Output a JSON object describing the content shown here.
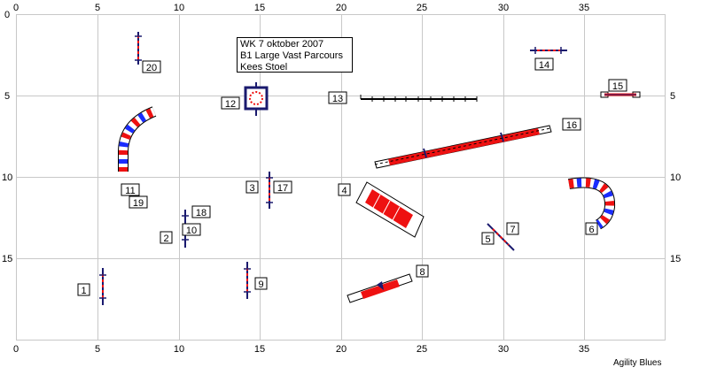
{
  "course": {
    "title": "WK 7 oktober 2007",
    "class": "B1 Large Vast Parcours",
    "judge": "Kees Stoel"
  },
  "brand": "Agility Blues",
  "axis": {
    "x_ticks": [
      "0",
      "5",
      "10",
      "15",
      "20",
      "25",
      "30",
      "35"
    ],
    "y_ticks": [
      "0",
      "5",
      "10",
      "15"
    ]
  },
  "numbers": [
    "1",
    "2",
    "3",
    "4",
    "5",
    "6",
    "7",
    "8",
    "9",
    "10",
    "11",
    "12",
    "13",
    "14",
    "15",
    "16",
    "17",
    "18",
    "19",
    "20"
  ],
  "colors": {
    "grid": "#c8c8c8",
    "red": "#ee1111",
    "blue": "#1a2cff",
    "navy": "#1a1a6e"
  }
}
